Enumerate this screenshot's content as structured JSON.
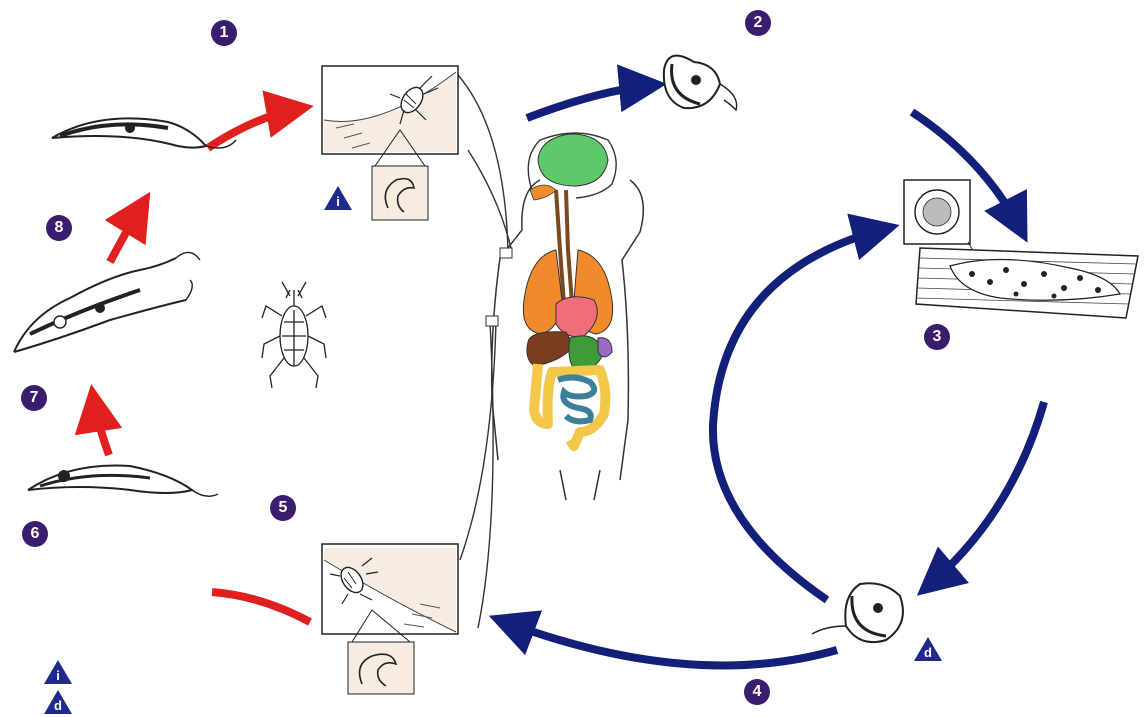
{
  "steps": [
    "1",
    "2",
    "3",
    "4",
    "5",
    "6",
    "7",
    "8"
  ],
  "stage_markers": {
    "infective": "i",
    "diagnostic": "d"
  },
  "colors": {
    "badge": "#3b1d6e",
    "marker": "#1f2a8c",
    "human_host_arrows": "#12207a",
    "vector_arrows": "#e01f1f",
    "panel_fill": "#f7ece0",
    "brain": "#5ec86a",
    "lungs": "#f08a2a",
    "heart": "#ef6e7a",
    "liver": "#7a3d1e",
    "stomach": "#3f9a3a",
    "small_intestine": "#3b7f9a",
    "large_intestine": "#f3c84a",
    "spleen": "#9b6bc3"
  }
}
